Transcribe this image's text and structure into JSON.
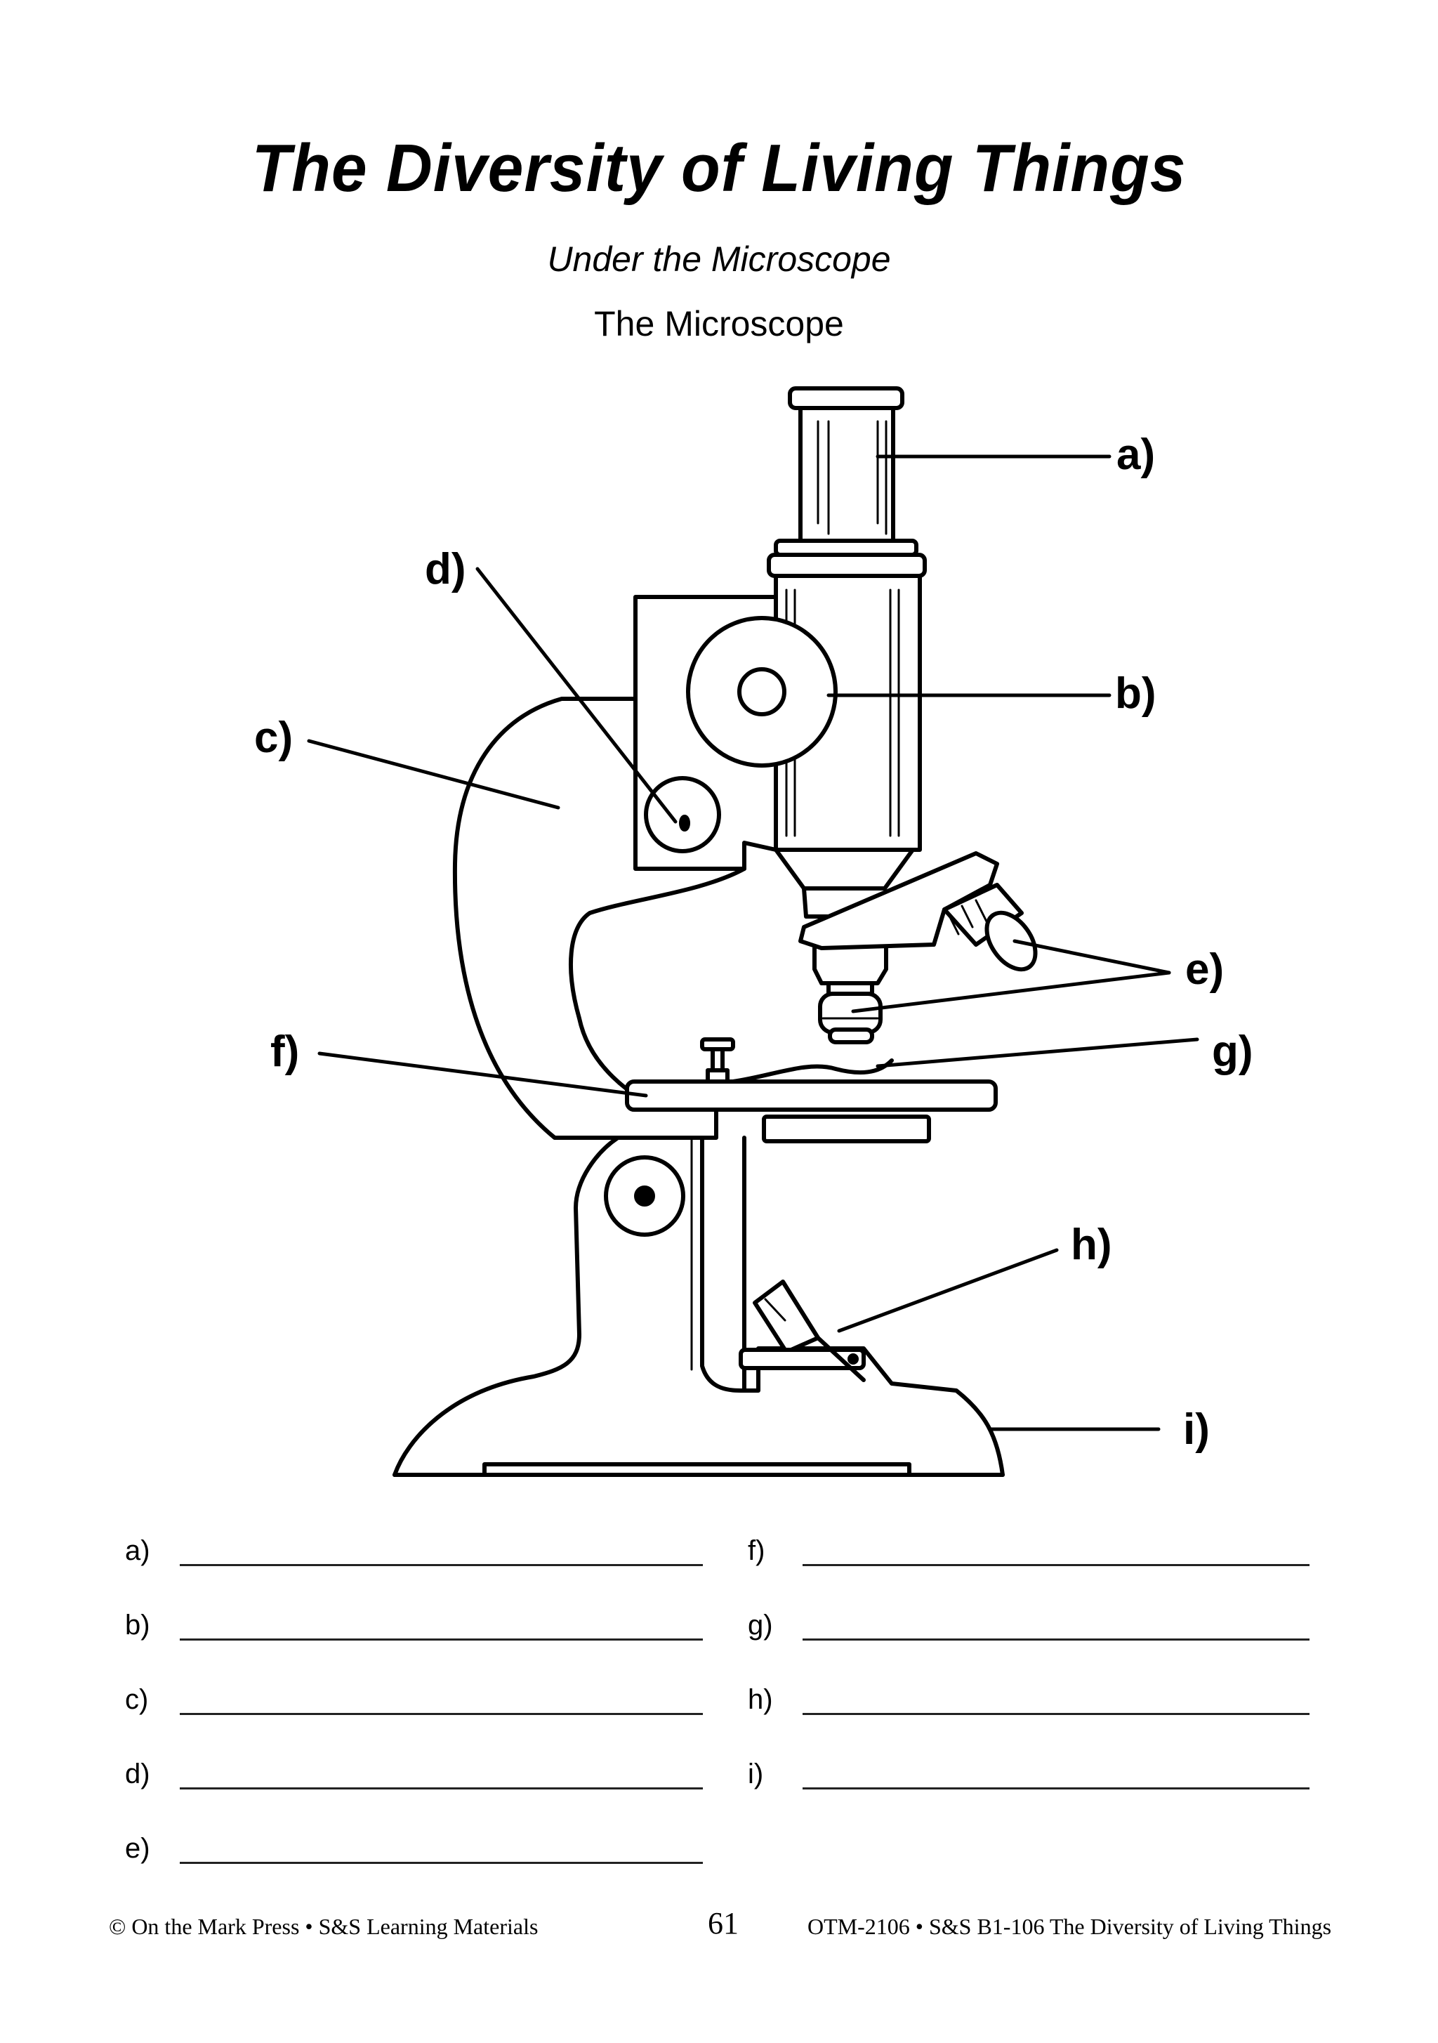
{
  "header": {
    "title": "The Diversity of Living Things",
    "subtitle": "Under the Microscope",
    "section": "The Microscope"
  },
  "diagram": {
    "callouts": [
      "a)",
      "b)",
      "c)",
      "d)",
      "e)",
      "f)",
      "g)",
      "h)",
      "i)"
    ]
  },
  "answers": {
    "left": [
      "a)",
      "b)",
      "c)",
      "d)",
      "e)"
    ],
    "right": [
      "f)",
      "g)",
      "h)",
      "i)"
    ]
  },
  "footer": {
    "left": "© On the Mark Press • S&S Learning Materials",
    "page": "61",
    "right": "OTM-2106 • S&S B1-106 The Diversity of Living Things"
  }
}
